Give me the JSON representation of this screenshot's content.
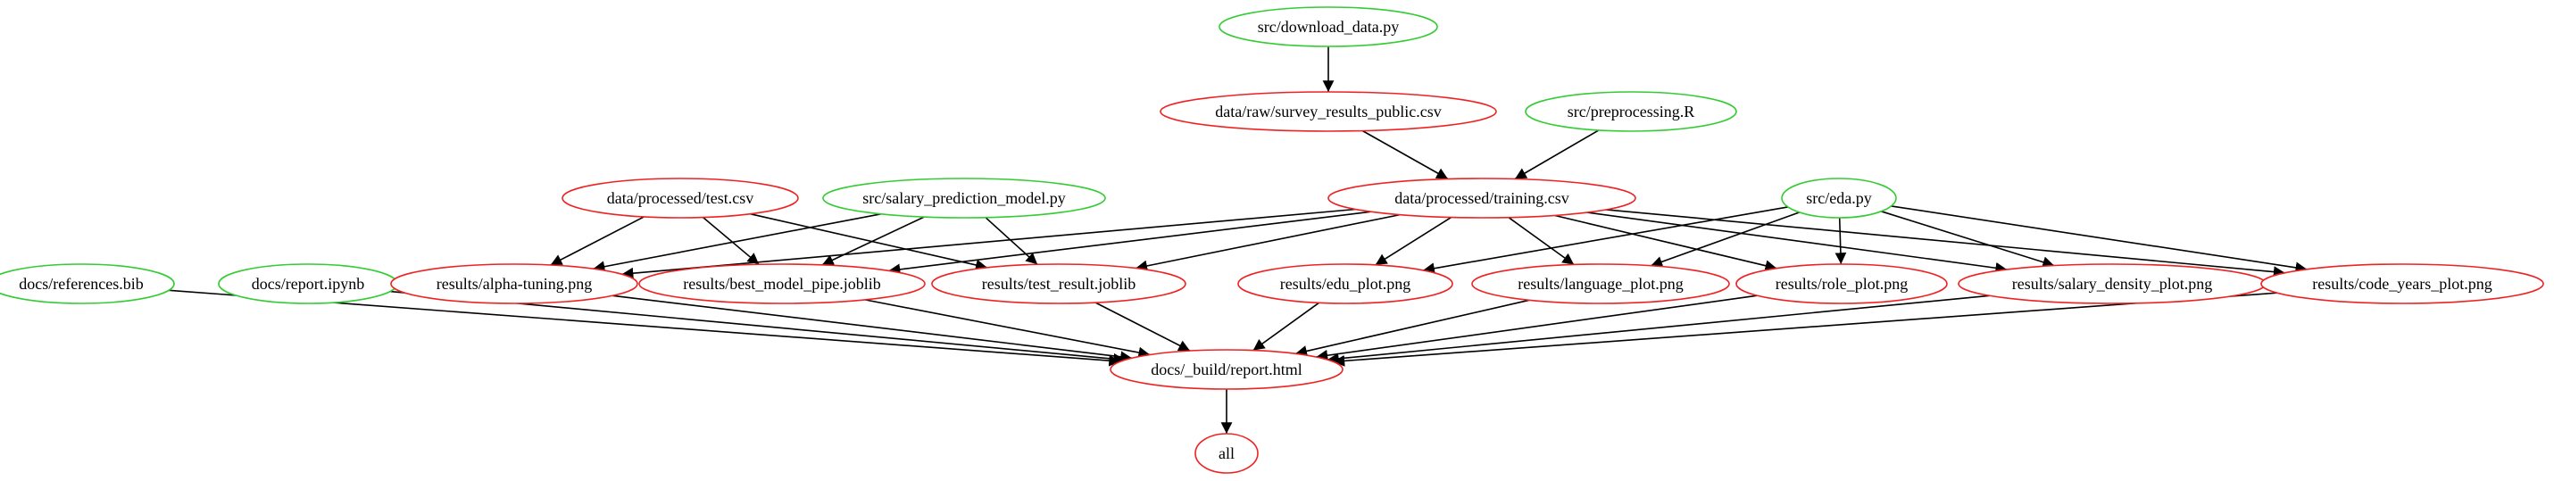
{
  "colors": {
    "source": "#33cc33",
    "target": "#ee2222",
    "edge": "#000000",
    "background": "#ffffff"
  },
  "nodes": {
    "download": {
      "label": "src/download_data.py",
      "kind": "source"
    },
    "raw": {
      "label": "data/raw/survey_results_public.csv",
      "kind": "target"
    },
    "preproc": {
      "label": "src/preprocessing.R",
      "kind": "source"
    },
    "training": {
      "label": "data/processed/training.csv",
      "kind": "target"
    },
    "test": {
      "label": "data/processed/test.csv",
      "kind": "target"
    },
    "model": {
      "label": "src/salary_prediction_model.py",
      "kind": "source"
    },
    "eda": {
      "label": "src/eda.py",
      "kind": "source"
    },
    "refs": {
      "label": "docs/references.bib",
      "kind": "source"
    },
    "ipynb": {
      "label": "docs/report.ipynb",
      "kind": "source"
    },
    "alpha": {
      "label": "results/alpha-tuning.png",
      "kind": "target"
    },
    "best": {
      "label": "results/best_model_pipe.joblib",
      "kind": "target"
    },
    "testres": {
      "label": "results/test_result.joblib",
      "kind": "target"
    },
    "edu": {
      "label": "results/edu_plot.png",
      "kind": "target"
    },
    "lang": {
      "label": "results/language_plot.png",
      "kind": "target"
    },
    "role": {
      "label": "results/role_plot.png",
      "kind": "target"
    },
    "salary": {
      "label": "results/salary_density_plot.png",
      "kind": "target"
    },
    "code": {
      "label": "results/code_years_plot.png",
      "kind": "target"
    },
    "report": {
      "label": "docs/_build/report.html",
      "kind": "target"
    },
    "all": {
      "label": "all",
      "kind": "target"
    }
  },
  "edges": [
    [
      "download",
      "raw"
    ],
    [
      "raw",
      "training"
    ],
    [
      "preproc",
      "training"
    ],
    [
      "test",
      "alpha"
    ],
    [
      "test",
      "best"
    ],
    [
      "test",
      "testres"
    ],
    [
      "model",
      "alpha"
    ],
    [
      "model",
      "best"
    ],
    [
      "model",
      "testres"
    ],
    [
      "training",
      "alpha"
    ],
    [
      "training",
      "best"
    ],
    [
      "training",
      "testres"
    ],
    [
      "training",
      "edu"
    ],
    [
      "training",
      "lang"
    ],
    [
      "training",
      "role"
    ],
    [
      "training",
      "salary"
    ],
    [
      "training",
      "code"
    ],
    [
      "eda",
      "edu"
    ],
    [
      "eda",
      "lang"
    ],
    [
      "eda",
      "role"
    ],
    [
      "eda",
      "salary"
    ],
    [
      "eda",
      "code"
    ],
    [
      "refs",
      "report"
    ],
    [
      "ipynb",
      "report"
    ],
    [
      "alpha",
      "report"
    ],
    [
      "best",
      "report"
    ],
    [
      "testres",
      "report"
    ],
    [
      "edu",
      "report"
    ],
    [
      "lang",
      "report"
    ],
    [
      "role",
      "report"
    ],
    [
      "salary",
      "report"
    ],
    [
      "code",
      "report"
    ],
    [
      "report",
      "all"
    ]
  ]
}
